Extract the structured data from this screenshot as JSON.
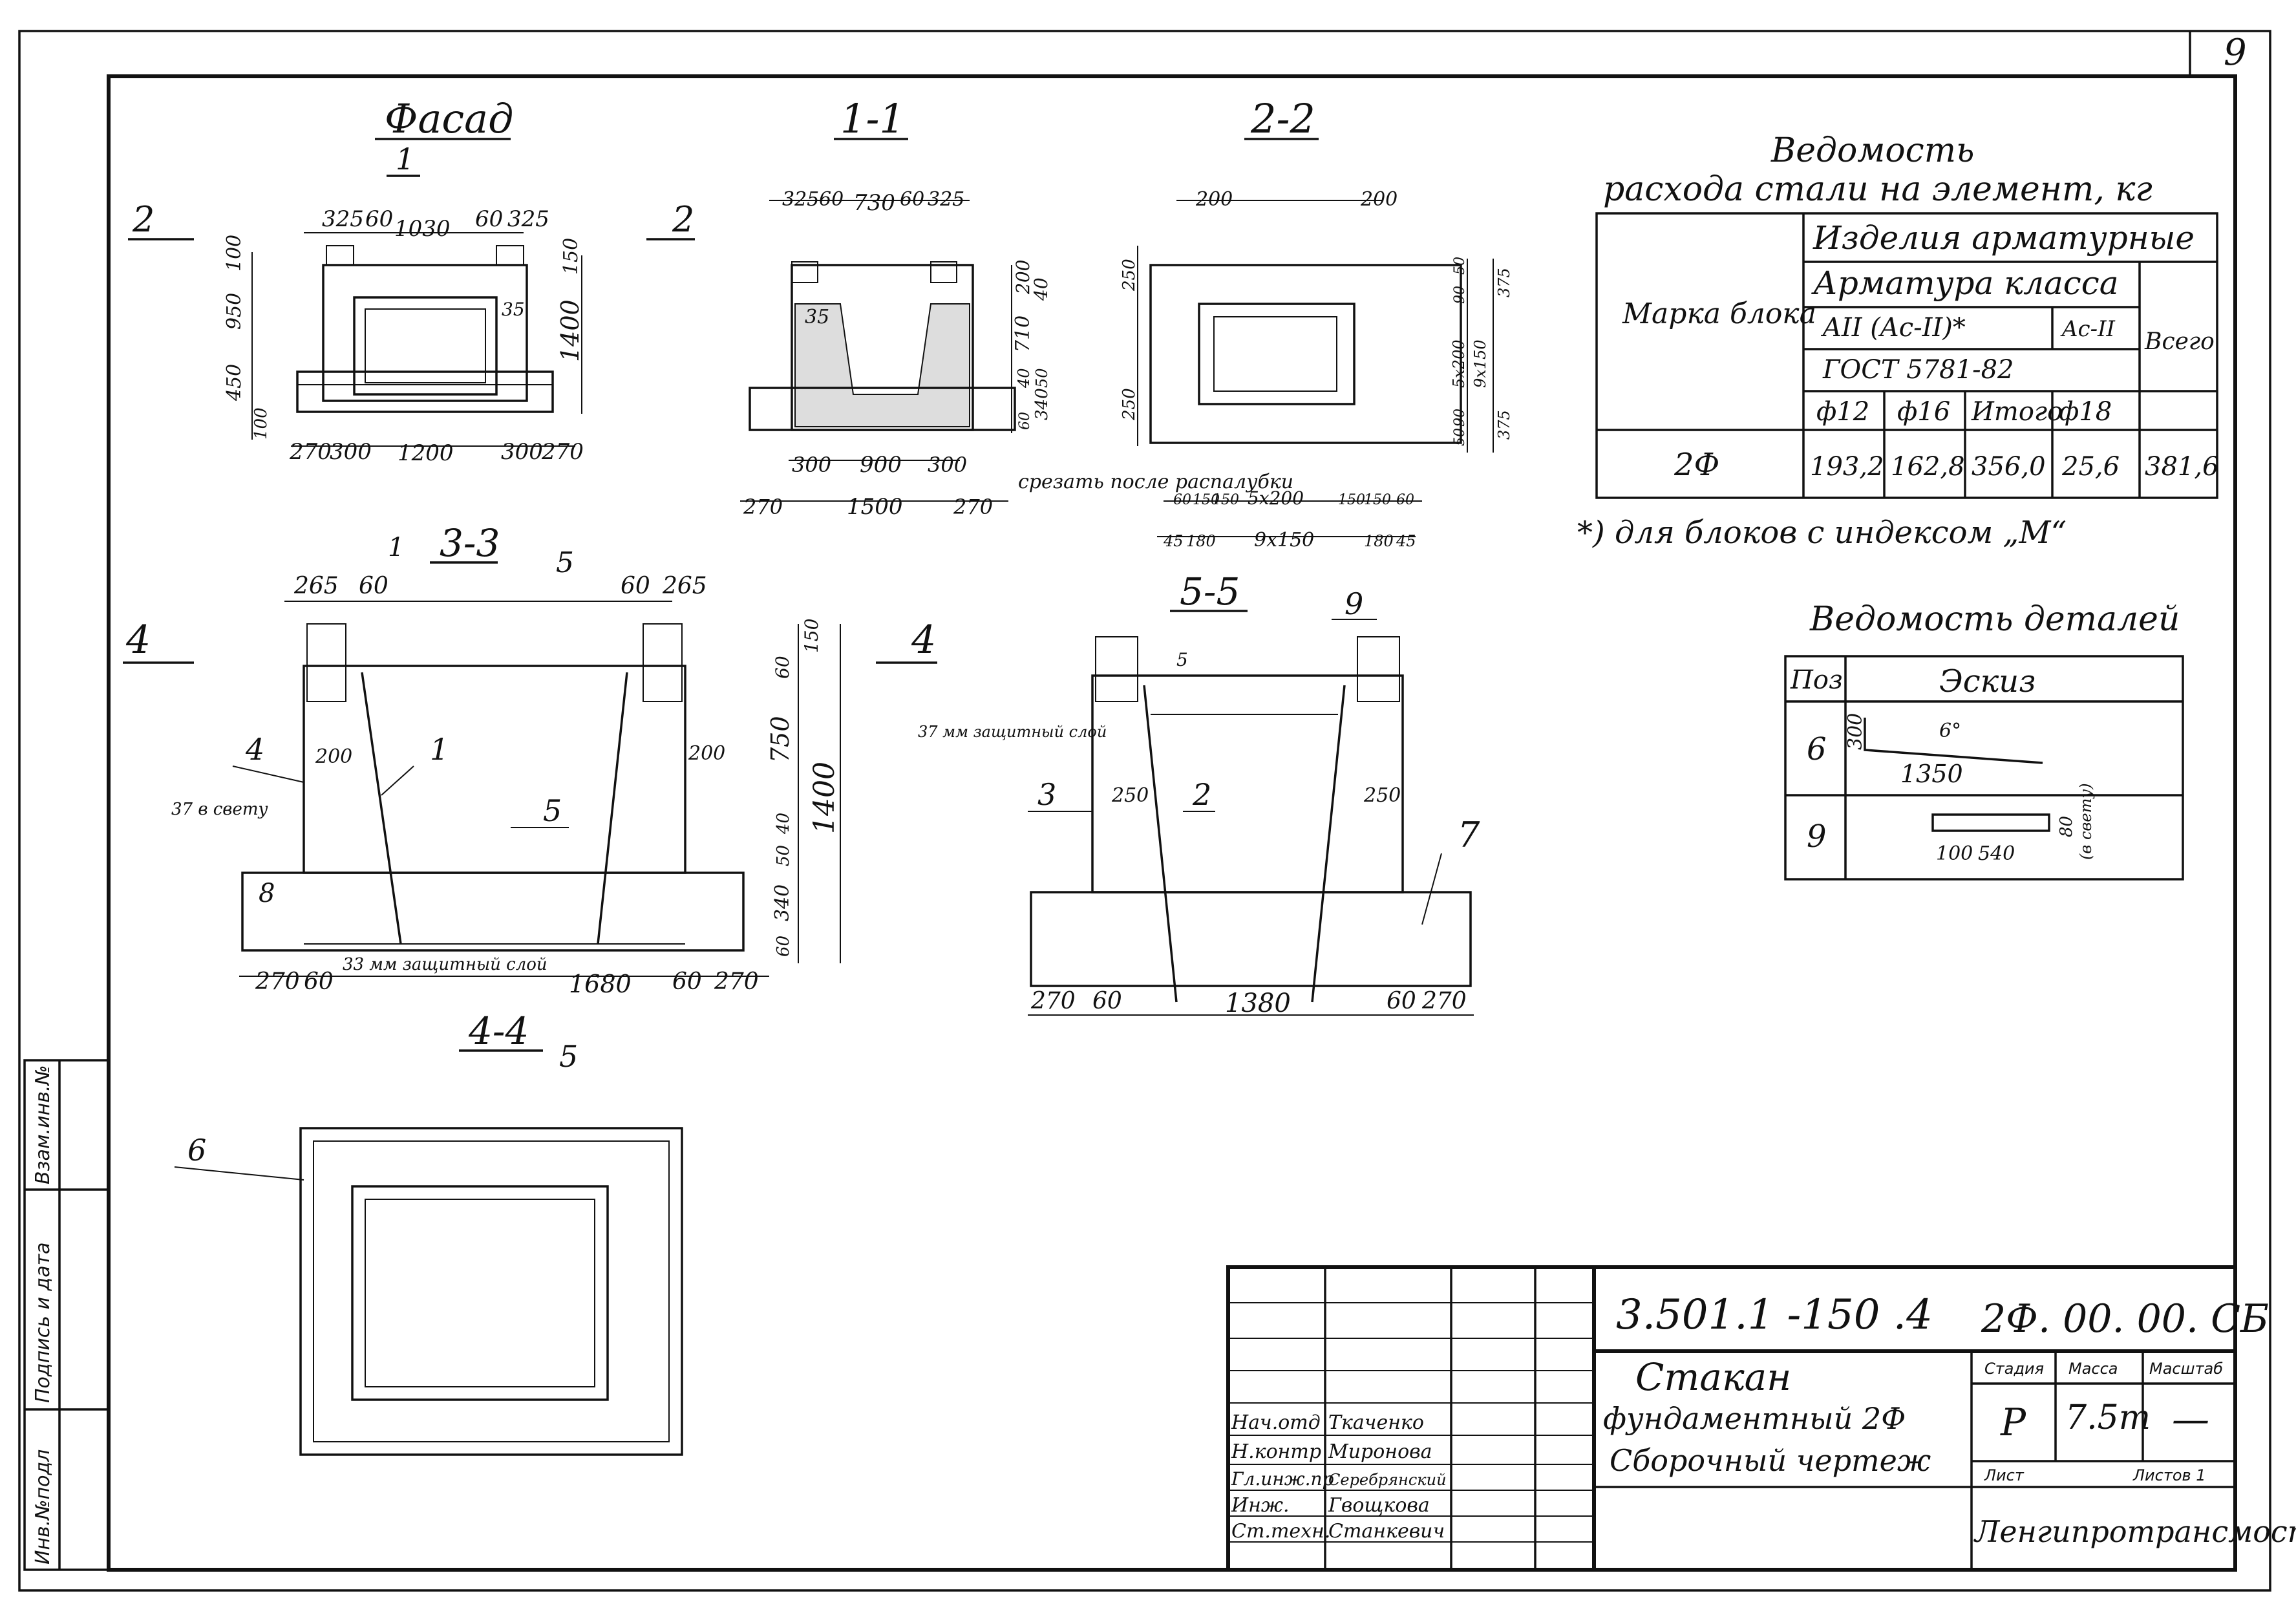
{
  "sheet_number": "9",
  "views": {
    "facade": {
      "title": "Фасад",
      "section_mark_1": "1",
      "section_mark_2_left": "2",
      "section_mark_2_right": "2",
      "dims_top": [
        "325",
        "60",
        "1030",
        "60",
        "325"
      ],
      "dims_bottom": [
        "270",
        "300",
        "1200",
        "300",
        "270"
      ],
      "dims_left": [
        "100",
        "950",
        "450",
        "100"
      ],
      "dims_right": [
        "150",
        "1400"
      ],
      "inner_dim": "35"
    },
    "section_1_1": {
      "title": "1-1",
      "dims_top": [
        "325",
        "60",
        "730",
        "60",
        "325"
      ],
      "dims_bottom_inner": [
        "300",
        "900",
        "300"
      ],
      "dims_bottom_outer": [
        "270",
        "1500",
        "270"
      ],
      "dims_right": [
        "200",
        "40",
        "710",
        "40",
        "50",
        "340",
        "60"
      ],
      "inner_dim": "35",
      "note": "срезать после распалубки"
    },
    "section_2_2": {
      "title": "2-2",
      "dims_top": [
        "200",
        "200"
      ],
      "dims_bottom_1": [
        "60",
        "150",
        "150",
        "5x200",
        "150",
        "150",
        "60"
      ],
      "dims_bottom_2": [
        "45",
        "180",
        "9x150",
        "180",
        "45"
      ],
      "dims_left": [
        "250",
        "250"
      ],
      "dims_right": [
        "50",
        "90",
        "9x150",
        "5x200",
        "90",
        "50",
        "375",
        "375"
      ]
    },
    "section_3_3": {
      "title": "3-3",
      "marks": [
        "1",
        "5",
        "4",
        "4"
      ],
      "dims_top": [
        "265",
        "60",
        "60",
        "265"
      ],
      "dims_bottom": [
        "270",
        "60",
        "1680",
        "60",
        "270"
      ],
      "dims_right": [
        "150",
        "60",
        "750",
        "40",
        "50",
        "340",
        "60",
        "1400"
      ],
      "dims_inner": [
        "200",
        "200"
      ],
      "positions": [
        "4",
        "1",
        "5",
        "8"
      ],
      "note_cover_left": "37 в свету",
      "note_cover_bottom": "33 мм защитный слой"
    },
    "section_5_5": {
      "title": "5-5",
      "positions": [
        "3",
        "2",
        "7",
        "9"
      ],
      "dims_bottom": [
        "270",
        "60",
        "1380",
        "60",
        "270"
      ],
      "dims_inner": [
        "250",
        "250",
        "5"
      ],
      "note_cover": "37 мм защитный слой"
    },
    "section_4_4": {
      "title": "4-4",
      "mark": "5",
      "position": "6"
    }
  },
  "steel_schedule": {
    "title_line1": "Ведомость",
    "title_line2": "расхода стали на элемент, кг",
    "header_group": "Изделия арматурные",
    "header_class": "Арматура класса",
    "col_mark": "Марка блока",
    "col_a2": "AII (Ac-II)*",
    "col_ac2": "Ac-II",
    "col_total": "Всего",
    "gost": "ГОСТ 5781-82",
    "sub_cols": [
      "ф12",
      "ф16",
      "Итого",
      "ф18"
    ],
    "rows": [
      {
        "mark": "2Ф",
        "v12": "193,2",
        "v16": "162,8",
        "itogo": "356,0",
        "v18": "25,6",
        "total": "381,6"
      }
    ],
    "footnote": "*) для блоков с индексом „М“"
  },
  "details_schedule": {
    "title": "Ведомость деталей",
    "col_pos": "Поз",
    "col_sketch": "Эскиз",
    "rows": [
      {
        "pos": "6",
        "dims": [
          "300",
          "6°",
          "1350"
        ]
      },
      {
        "pos": "9",
        "dims": [
          "100",
          "540",
          "80",
          "(в свету)"
        ]
      }
    ]
  },
  "title_block": {
    "doc_code": "3.501.1 -150 .4",
    "doc_mark": "2Ф. 00. 00. СБ",
    "name_line1": "Стакан",
    "name_line2": "фундаментный 2Ф",
    "name_line3": "Сборочный чертеж",
    "stage_label": "Стадия",
    "mass_label": "Масса",
    "scale_label": "Масштаб",
    "stage_value": "Р",
    "mass_value": "7.5т",
    "scale_value": "—",
    "sheet_label": "Лист",
    "sheets_label": "Листов 1",
    "organization": "Ленгипротрансмост",
    "signatures": [
      {
        "role": "Нач.отд",
        "name": "Ткаченко"
      },
      {
        "role": "Н.контр",
        "name": "Миронова"
      },
      {
        "role": "Гл.инж.пр",
        "name": "Серебрянский"
      },
      {
        "role": "Инж.",
        "name": "Гвощкова"
      },
      {
        "role": "Ст.техн.",
        "name": "Станкевич"
      }
    ]
  },
  "side_stamp": {
    "cells": [
      "Инв.№подл",
      "Подпись и дата",
      "Взам.инв.№"
    ]
  }
}
